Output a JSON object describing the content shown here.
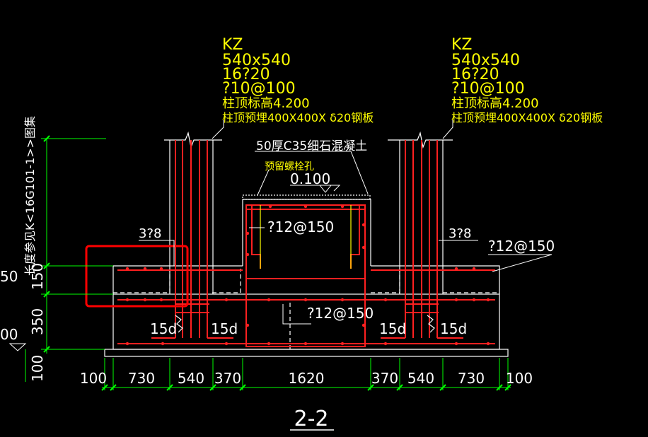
{
  "colors": {
    "background": "#000000",
    "annotation": "#ffff00",
    "rebar": "#ff2020",
    "dimension": "#00ff00",
    "outline": "#ffffff",
    "highlight": "#ff0000"
  },
  "columns": [
    {
      "lines": [
        "KZ",
        "540x540",
        "16?20",
        "?10@100",
        "柱顶标高4.200",
        "柱顶预埋400X400X δ20钢板"
      ]
    },
    {
      "lines": [
        "KZ",
        "540x540",
        "16?20",
        "?10@100",
        "柱顶标高4.200",
        "柱顶预埋400X400X δ20钢板"
      ]
    }
  ],
  "annotations": {
    "topping": "50厚C35细石混凝土",
    "bolt_hole": "预留螺栓孔",
    "elevation": "0.100",
    "stirrup_left": "3?8",
    "stirrup_right": "3?8",
    "rebar_inner_box": "?12@150",
    "rebar_right_slab": "?12@150",
    "rebar_bottom": "?12@150",
    "anchor_labels": [
      "15d",
      "15d",
      "15d",
      "15d"
    ]
  },
  "vertical_note": "长度参见K<16G101-1>>图集",
  "vertical_dims": [
    "150",
    "350",
    "100"
  ],
  "left_edge_dims": [
    "50",
    "00"
  ],
  "horizontal_dims": [
    "100",
    "730",
    "540",
    "370",
    "1620",
    "370",
    "540",
    "730",
    "100"
  ],
  "section_title": "2-2"
}
